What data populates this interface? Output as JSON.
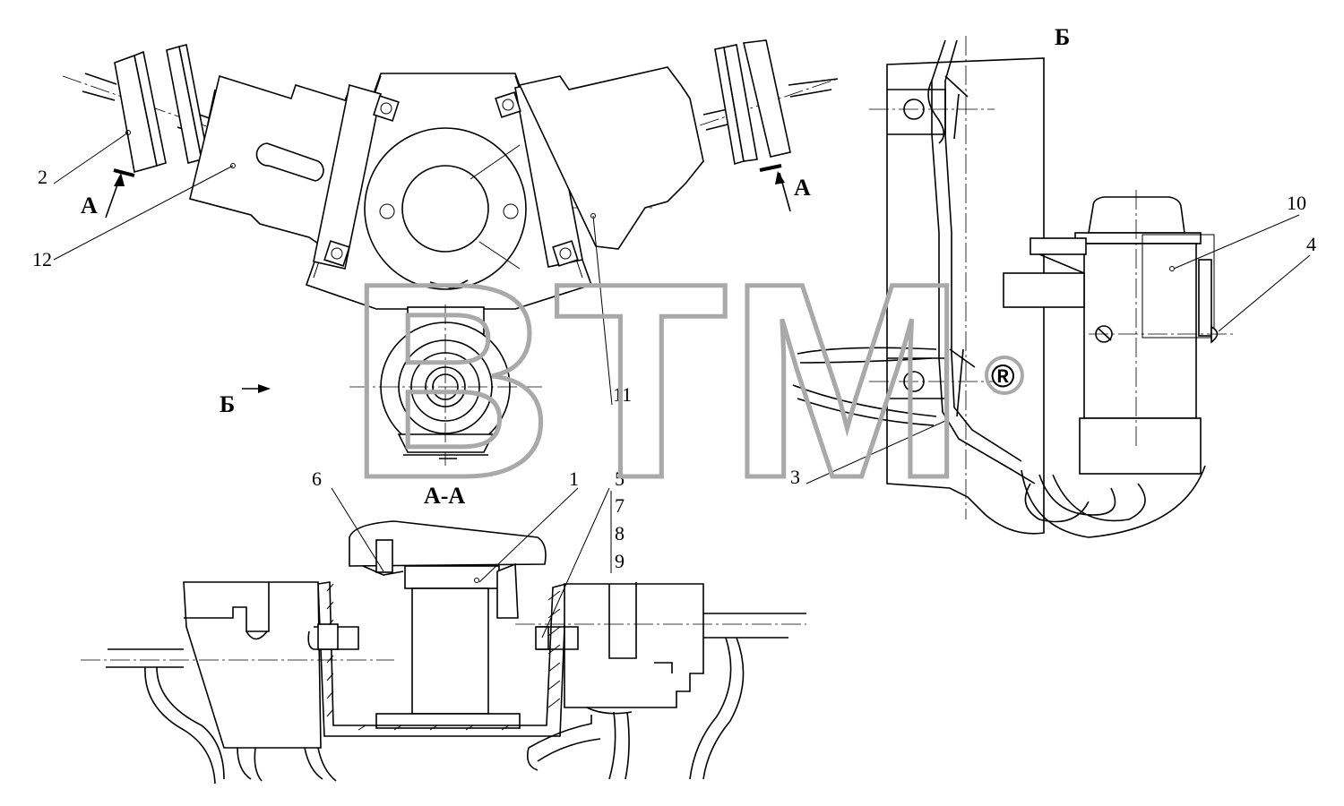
{
  "views": {
    "section_marker": "А",
    "section_title": "А-А",
    "view_marker": "Б"
  },
  "callouts": [
    "1",
    "2",
    "3",
    "4",
    "5",
    "6",
    "7",
    "8",
    "9",
    "10",
    "11",
    "12"
  ],
  "watermark": {
    "text": "BTM",
    "registered": "®"
  }
}
